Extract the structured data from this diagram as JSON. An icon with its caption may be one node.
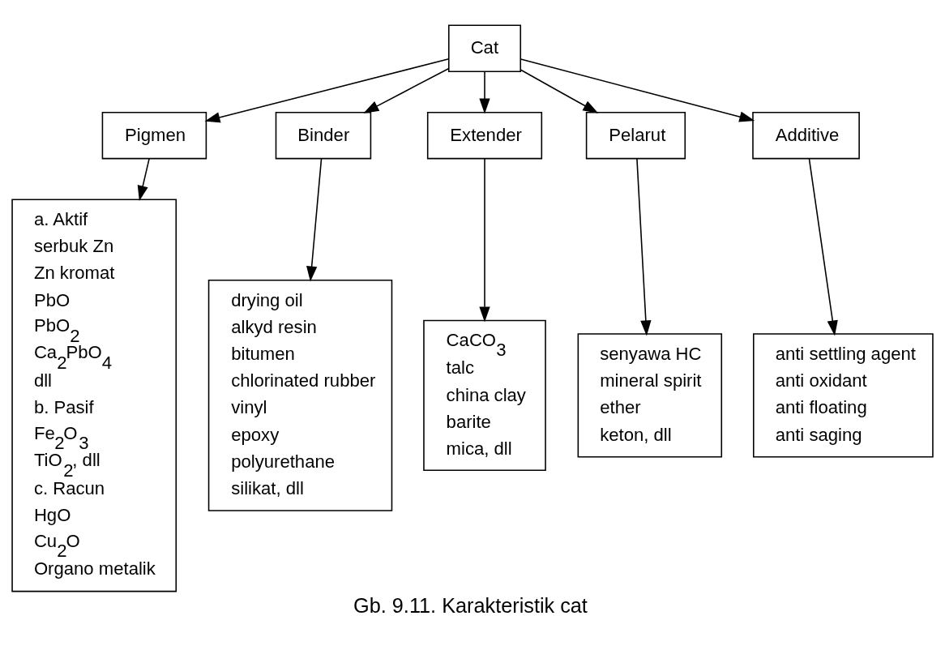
{
  "diagram": {
    "caption": "Gb. 9.11. Karakteristik cat",
    "nodes": [
      {
        "text": [
          "Cat"
        ]
      },
      {
        "text": [
          "Pigmen"
        ]
      },
      {
        "text": [
          "Binder"
        ]
      },
      {
        "text": [
          "Extender"
        ]
      },
      {
        "text": [
          "Pelarut"
        ]
      },
      {
        "text": [
          "Additive"
        ]
      },
      {
        "text": [
          "a. Aktif",
          "serbuk Zn",
          "Zn kromat",
          "PbO",
          "PbO$_{2}$",
          "Ca$_{2}$PbO$_{4}$",
          "dll",
          "b. Pasif",
          "Fe$_{2}$O$_{3}$",
          "TiO$_{2}$, dll",
          "c. Racun",
          "HgO",
          "Cu$_{2}$O",
          "Organo metalik"
        ]
      },
      {
        "text": [
          "drying oil",
          "alkyd resin",
          "bitumen",
          "chlorinated rubber",
          "vinyl",
          "epoxy",
          "polyurethane",
          "silikat, dll"
        ]
      },
      {
        "text": [
          "CaCO$_{3}$",
          "talc",
          "china clay",
          "barite",
          "mica, dll"
        ]
      },
      {
        "text": [
          "senyawa HC",
          "mineral spirit",
          "ether",
          "keton, dll"
        ]
      },
      {
        "text": [
          "anti settling agent",
          "anti oxidant",
          "anti floating",
          "anti saging"
        ]
      }
    ],
    "edges": [
      {
        "from": 0,
        "to": 1,
        "arrow": "to"
      },
      {
        "from": 0,
        "to": 2,
        "arrow": "to"
      },
      {
        "from": 0,
        "to": 3,
        "arrow": "to"
      },
      {
        "from": 0,
        "to": 4,
        "arrow": "to"
      },
      {
        "from": 0,
        "to": 5,
        "arrow": "to"
      },
      {
        "from": 1,
        "to": 6,
        "arrow": "to"
      },
      {
        "from": 2,
        "to": 7,
        "arrow": "to"
      },
      {
        "from": 3,
        "to": 8,
        "arrow": "to"
      },
      {
        "from": 4,
        "to": 9,
        "arrow": "to"
      },
      {
        "from": 5,
        "to": 10,
        "arrow": "to"
      }
    ]
  }
}
